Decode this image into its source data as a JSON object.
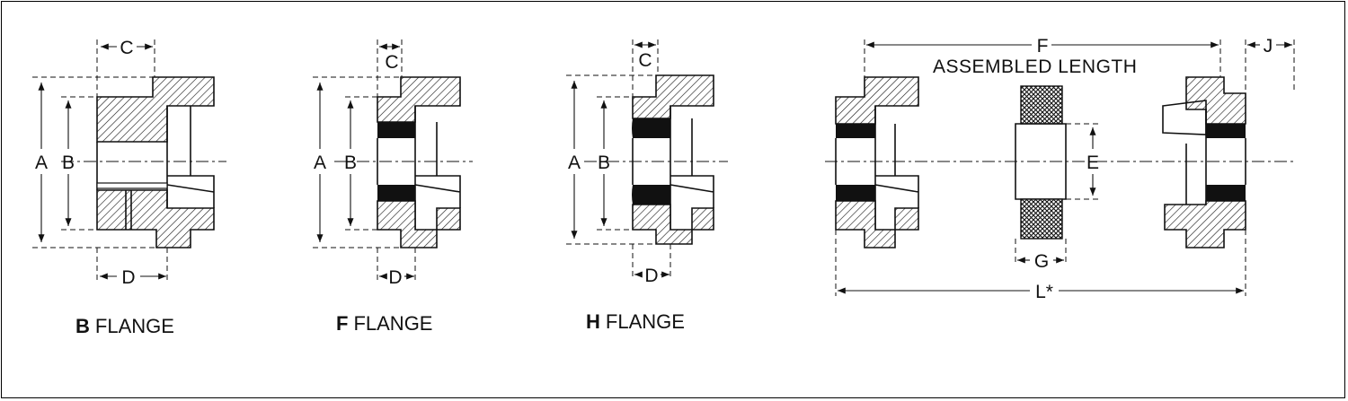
{
  "flanges": [
    {
      "type_letter": "B",
      "type_word": "FLANGE"
    },
    {
      "type_letter": "F",
      "type_word": "FLANGE"
    },
    {
      "type_letter": "H",
      "type_word": "FLANGE"
    }
  ],
  "dimension_labels": {
    "a": "A",
    "b": "B",
    "c": "C",
    "d": "D",
    "e": "E",
    "f": "F",
    "g": "G",
    "j": "J",
    "l": "L*"
  },
  "assembly": {
    "caption": "ASSEMBLED LENGTH"
  },
  "colors": {
    "ink": "#111111",
    "background": "#ffffff"
  }
}
